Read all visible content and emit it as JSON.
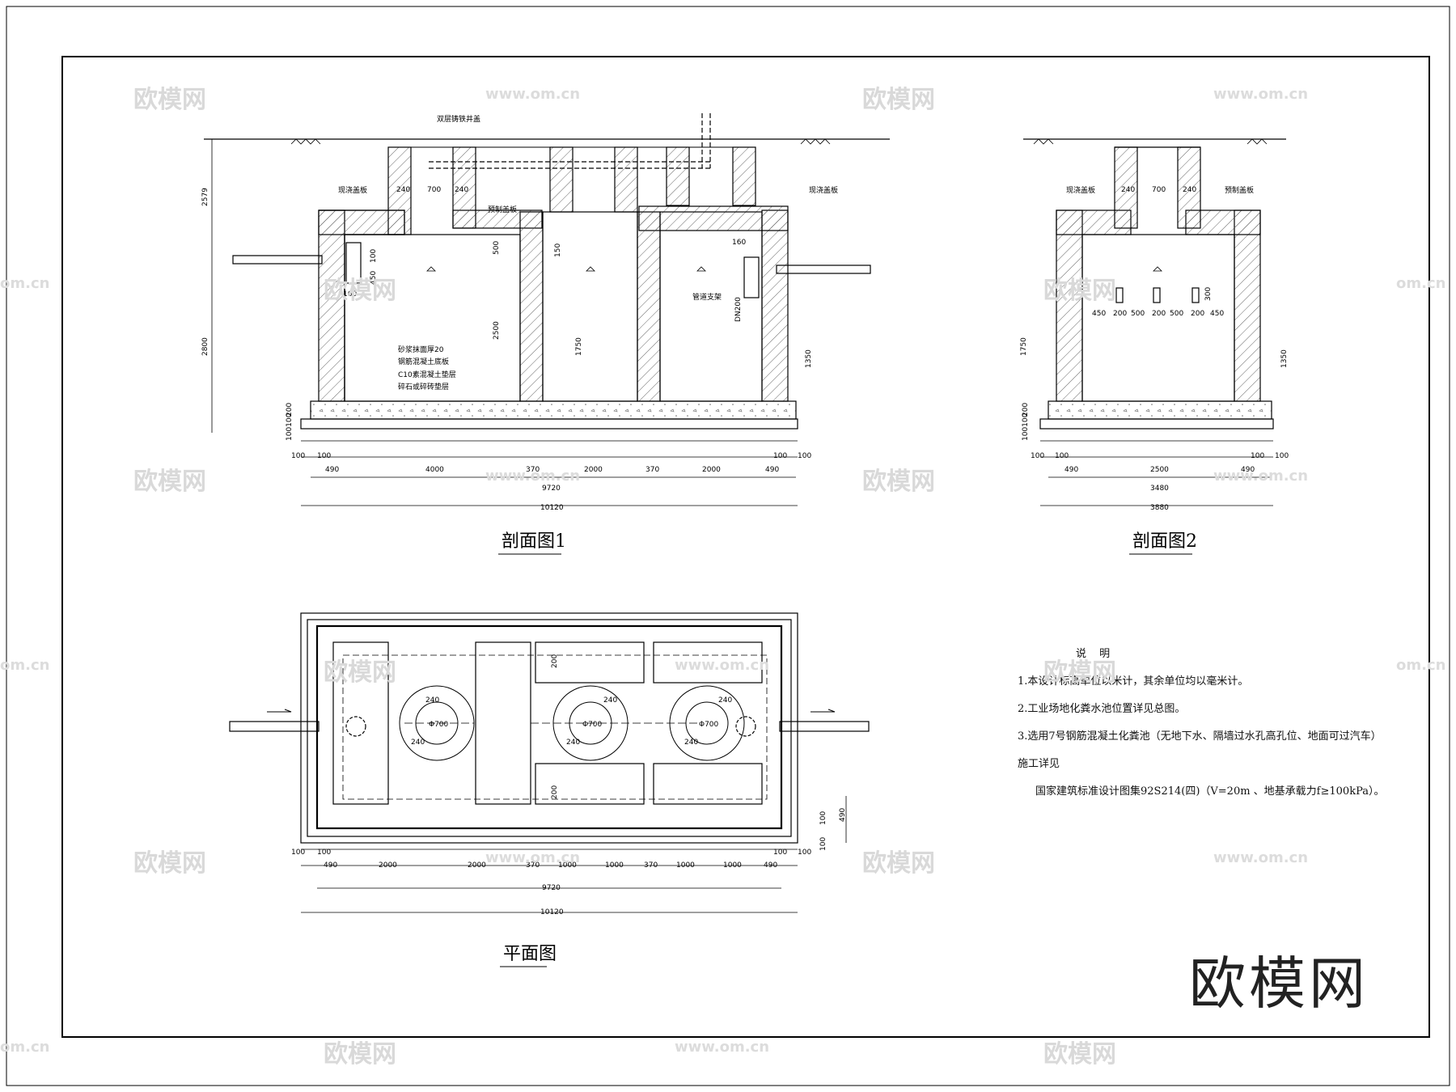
{
  "drawing": {
    "section1": {
      "title": "剖面图1",
      "labels": {
        "double_cover": "双层铸铁井盖",
        "cast_cover_left": "现浇盖板",
        "precast_cover": "预制盖板",
        "cast_cover_right": "现浇盖板",
        "pipe_support": "管道支架",
        "layer1": "砂浆抹面厚20",
        "layer2": "钢筋混凝土底板",
        "layer3": "C10素混凝土垫层",
        "layer4": "碎石或碎砖垫层"
      },
      "dims": {
        "bottom_row1": [
          "100",
          "100",
          "100",
          "100"
        ],
        "bottom_row2": [
          "490",
          "4000",
          "370",
          "2000",
          "370",
          "2000",
          "490"
        ],
        "total_inner": "9720",
        "total_outer": "10120",
        "top": [
          "240",
          "700",
          "240"
        ],
        "left_vertical": [
          "2579",
          "2800",
          "200",
          "100100"
        ],
        "inner_vertical": [
          "500",
          "2500",
          "1750",
          "150"
        ],
        "right_vertical": [
          "1350"
        ],
        "pipe": [
          "100",
          "450",
          "160",
          "160",
          "DN200"
        ]
      }
    },
    "section2": {
      "title": "剖面图2",
      "labels": {
        "cast_cover": "现浇盖板",
        "precast_cover": "预制盖板"
      },
      "dims": {
        "top": [
          "240",
          "700",
          "240"
        ],
        "holes": [
          "450",
          "200",
          "500",
          "200",
          "500",
          "200",
          "450"
        ],
        "hole_h": "300",
        "bottom_row1": [
          "100",
          "100",
          "100",
          "100"
        ],
        "bottom_row2": [
          "490",
          "2500",
          "490"
        ],
        "total_inner": "3480",
        "total_outer": "3880",
        "left_vertical": [
          "1750",
          "200",
          "100100"
        ],
        "right_vertical": [
          "1350"
        ]
      }
    },
    "plan": {
      "title": "平面图",
      "dims": {
        "bottom_row1": [
          "100",
          "100",
          "100",
          "100"
        ],
        "bottom_row2": [
          "490",
          "2000",
          "2000",
          "370",
          "1000",
          "1000",
          "370",
          "1000",
          "1000",
          "490"
        ],
        "total_inner": "9720",
        "total_outer": "10120",
        "right": [
          "100",
          "100",
          "490"
        ],
        "inner": [
          "200",
          "200",
          "240",
          "240",
          "240",
          "240",
          "240",
          "240",
          "Φ700",
          "Φ700",
          "Φ700"
        ]
      }
    }
  },
  "notes": {
    "title": "说 明",
    "items": [
      "1.本设计标高单位以米计，其余单位均以毫米计。",
      "2.工业场地化粪水池位置详见总图。",
      "3.选用7号钢筋混凝土化粪池（无地下水、隔墙过水孔高孔位、地面可过汽车）施工详见",
      "国家建筑标准设计图集92S214(四)（V=20m 、地基承载力f≥100kPa）。"
    ]
  },
  "watermark": {
    "logo": "欧模网",
    "small": "欧模网",
    "url": "www.om.cn",
    "url_partial": "om.cn"
  }
}
